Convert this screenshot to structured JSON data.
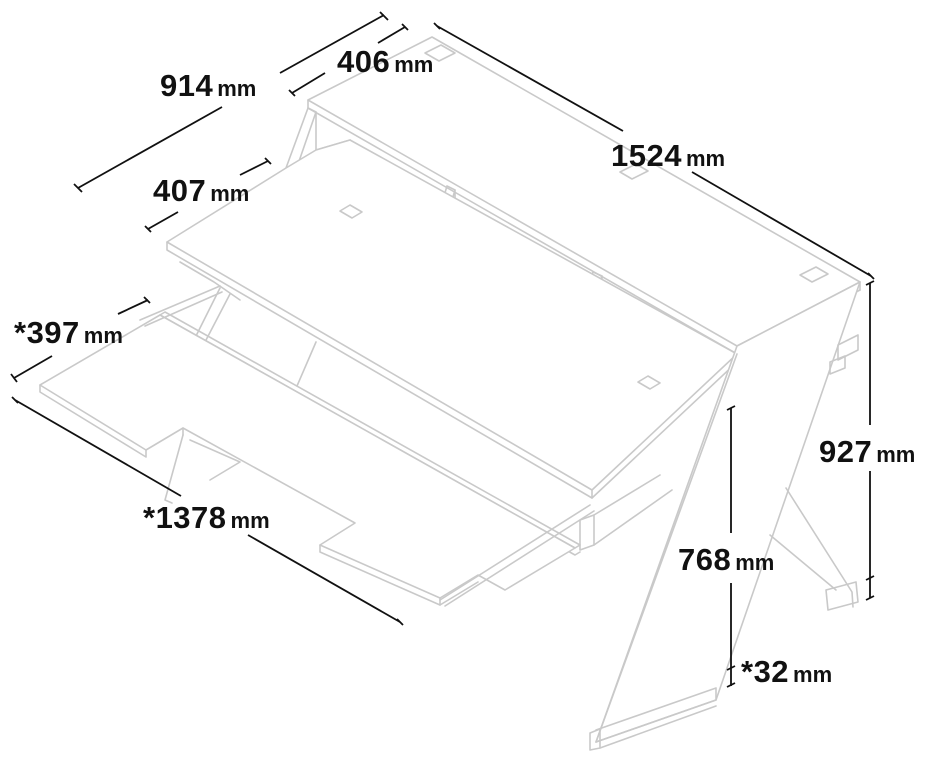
{
  "diagram": {
    "subject": "studio desk isometric line drawing with dimensions",
    "line_color": "#c9c9c9",
    "dimension_color": "#111111",
    "background": "#ffffff"
  },
  "dimensions": {
    "overall_depth": {
      "value": "914",
      "unit": "mm"
    },
    "top_shelf_depth": {
      "value": "406",
      "unit": "mm"
    },
    "overall_width": {
      "value": "1524",
      "unit": "mm"
    },
    "desk_surface_depth": {
      "value": "407",
      "unit": "mm"
    },
    "keyboard_tray_depth": {
      "value": "*397",
      "unit": "mm"
    },
    "keyboard_tray_width": {
      "value": "*1378",
      "unit": "mm"
    },
    "overall_height": {
      "value": "927",
      "unit": "mm"
    },
    "desk_surface_height": {
      "value": "768",
      "unit": "mm"
    },
    "foot_height": {
      "value": "*32",
      "unit": "mm"
    }
  }
}
